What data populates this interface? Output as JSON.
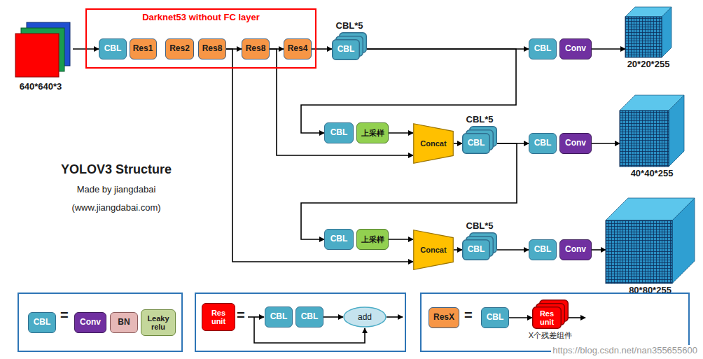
{
  "diagram": {
    "title": "YOLOV3 Structure",
    "nodes": [
      {
        "text": [
          "640*640*3"
        ]
      },
      {
        "text": [
          "Darknet53 without FC layer"
        ]
      },
      {
        "text": [
          "CBL"
        ],
        "in": 1
      },
      {
        "text": [
          "Res1"
        ],
        "in": 1
      },
      {
        "text": [
          "Res2"
        ],
        "in": 1
      },
      {
        "text": [
          "Res8"
        ],
        "in": 1
      },
      {
        "text": [
          "Res8"
        ],
        "in": 1
      },
      {
        "text": [
          "Res4"
        ],
        "in": 1
      },
      {
        "text": [
          "CBL*5",
          "CBL"
        ]
      },
      {
        "text": [
          "CBL"
        ]
      },
      {
        "text": [
          "Conv"
        ]
      },
      {
        "text": [
          "20*20*255"
        ]
      },
      {
        "text": [
          "CBL"
        ]
      },
      {
        "text": [
          "上采样"
        ]
      },
      {
        "text": [
          "Concat"
        ]
      },
      {
        "text": [
          "CBL*5",
          "CBL"
        ]
      },
      {
        "text": [
          "CBL"
        ]
      },
      {
        "text": [
          "Conv"
        ]
      },
      {
        "text": [
          "40*40*255"
        ]
      },
      {
        "text": [
          "CBL"
        ]
      },
      {
        "text": [
          "上采样"
        ]
      },
      {
        "text": [
          "Concat"
        ]
      },
      {
        "text": [
          "CBL*5",
          "CBL"
        ]
      },
      {
        "text": [
          "CBL"
        ]
      },
      {
        "text": [
          "Conv"
        ]
      },
      {
        "text": [
          "80*80*255"
        ]
      },
      {
        "text": [
          "="
        ]
      },
      {
        "text": [
          "CBL"
        ],
        "in": 26
      },
      {
        "text": [
          "Conv"
        ],
        "in": 26
      },
      {
        "text": [
          "BN"
        ],
        "in": 26
      },
      {
        "text": [
          "Leaky relu"
        ],
        "in": 26
      },
      {
        "text": [
          "="
        ]
      },
      {
        "text": [
          "Res unit"
        ],
        "in": 31
      },
      {
        "text": [
          "CBL"
        ],
        "in": 31
      },
      {
        "text": [
          "CBL"
        ],
        "in": 31
      },
      {
        "text": [
          "add"
        ],
        "in": 31
      },
      {
        "text": [
          "="
        ]
      },
      {
        "text": [
          "ResX"
        ],
        "in": 36
      },
      {
        "text": [
          "CBL"
        ],
        "in": 36
      },
      {
        "text": [
          "Res unit",
          "X个残差组件"
        ],
        "in": 36
      }
    ],
    "edges": [
      {
        "from": 0,
        "to": 2,
        "arrow": "to"
      },
      {
        "from": 5,
        "to": 6,
        "arrow": "to"
      },
      {
        "from": 6,
        "to": 7,
        "arrow": "to"
      },
      {
        "from": 7,
        "to": 8,
        "arrow": "to"
      },
      {
        "from": 8,
        "to": 9,
        "arrow": "to"
      },
      {
        "from": 10,
        "to": 11,
        "arrow": "to"
      },
      {
        "from": 8,
        "to": 12,
        "arrow": "to"
      },
      {
        "from": 13,
        "to": 14,
        "arrow": "to"
      },
      {
        "from": 6,
        "to": 14,
        "arrow": "to"
      },
      {
        "from": 14,
        "to": 15,
        "arrow": "to"
      },
      {
        "from": 15,
        "to": 16,
        "arrow": "to"
      },
      {
        "from": 17,
        "to": 18,
        "arrow": "to"
      },
      {
        "from": 15,
        "to": 19,
        "arrow": "to"
      },
      {
        "from": 20,
        "to": 21,
        "arrow": "to"
      },
      {
        "from": 5,
        "to": 21,
        "arrow": "to"
      },
      {
        "from": 21,
        "to": 22,
        "arrow": "to"
      },
      {
        "from": 22,
        "to": 23,
        "arrow": "to"
      },
      {
        "from": 24,
        "to": 25,
        "arrow": "to"
      },
      {
        "from": 34,
        "to": 35,
        "arrow": "to"
      },
      {
        "from": 38,
        "to": 39,
        "arrow": "to"
      }
    ],
    "labels": [
      "Made by jiangdabai",
      "(www.jiangdabai.com)",
      "https://blog.csdn.net/nan355655600"
    ]
  }
}
